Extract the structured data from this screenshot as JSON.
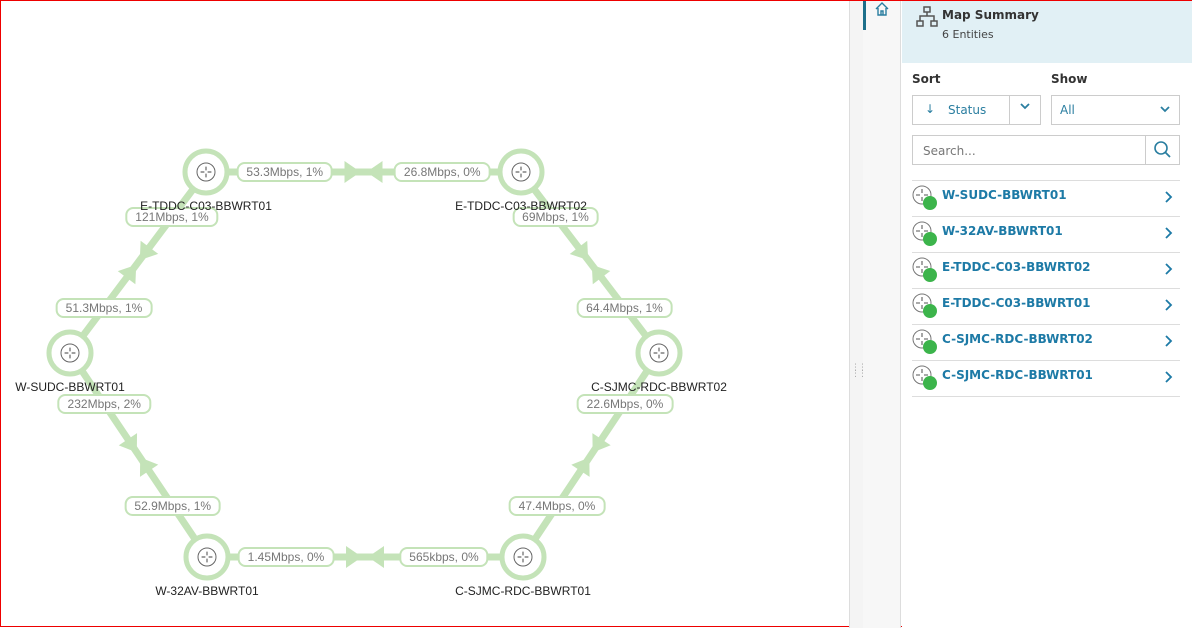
{
  "map": {
    "nodes": [
      {
        "id": "etddc01",
        "name": "E-TDDC-C03-BBWRT01"
      },
      {
        "id": "etddc02",
        "name": "E-TDDC-C03-BBWRT02"
      },
      {
        "id": "csjmc02",
        "name": "C-SJMC-RDC-BBWRT02"
      },
      {
        "id": "csjmc01",
        "name": "C-SJMC-RDC-BBWRT01"
      },
      {
        "id": "w32av",
        "name": "W-32AV-BBWRT01"
      },
      {
        "id": "wsudc",
        "name": "W-SUDC-BBWRT01"
      }
    ],
    "links": [
      {
        "from": "etddc01",
        "to": "etddc02",
        "from_label": "53.3Mbps,  1%",
        "to_label": "26.8Mbps,  0%"
      },
      {
        "from": "etddc02",
        "to": "csjmc02",
        "from_label": "69Mbps,  1%",
        "to_label": "64.4Mbps,  1%"
      },
      {
        "from": "csjmc02",
        "to": "csjmc01",
        "from_label": "22.6Mbps,  0%",
        "to_label": "47.4Mbps,  0%"
      },
      {
        "from": "csjmc01",
        "to": "w32av",
        "from_label": "565kbps,  0%",
        "to_label": "1.45Mbps,  0%"
      },
      {
        "from": "w32av",
        "to": "wsudc",
        "from_label": "52.9Mbps,  1%",
        "to_label": "232Mbps,  2%"
      },
      {
        "from": "wsudc",
        "to": "etddc01",
        "from_label": "51.3Mbps,  1%",
        "to_label": "121Mbps,  1%"
      }
    ],
    "link_color": "#c4e3b8"
  },
  "panel": {
    "title": "Map Summary",
    "subtitle": "6 Entities",
    "sort_label": "Sort",
    "sort_value": "Status",
    "show_label": "Show",
    "show_value": "All",
    "search_placeholder": "Search...",
    "items": [
      {
        "name": "W-SUDC-BBWRT01",
        "status": "up"
      },
      {
        "name": "W-32AV-BBWRT01",
        "status": "up"
      },
      {
        "name": "E-TDDC-C03-BBWRT02",
        "status": "up"
      },
      {
        "name": "E-TDDC-C03-BBWRT01",
        "status": "up"
      },
      {
        "name": "C-SJMC-RDC-BBWRT02",
        "status": "up"
      },
      {
        "name": "C-SJMC-RDC-BBWRT01",
        "status": "up"
      }
    ],
    "status_color": "#3cb44b",
    "accent": "#1d7aa6"
  }
}
